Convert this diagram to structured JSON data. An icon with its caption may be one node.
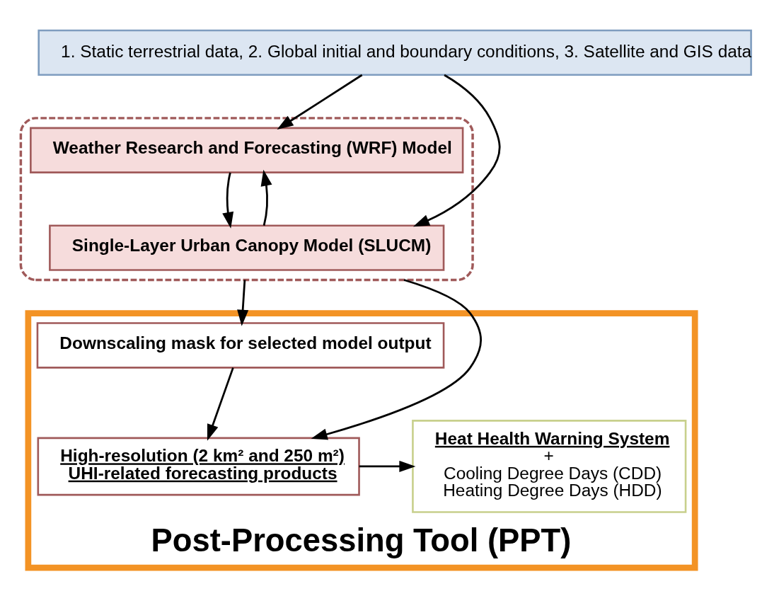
{
  "diagram": {
    "nodes": [
      {
        "text": [
          "1. Static terrestrial data, 2. Global initial and boundary conditions, 3. Satellite and GIS data"
        ]
      },
      {
        "text": [],
        "shape": "box"
      },
      {
        "text": [
          "Weather Research and Forecasting (WRF) Model"
        ],
        "in": 1
      },
      {
        "text": [
          "Single-Layer Urban Canopy Model (SLUCM)"
        ],
        "in": 1
      },
      {
        "text": [
          "Post-Processing Tool (PPT)"
        ]
      },
      {
        "text": [
          "Downscaling mask for selected model output"
        ],
        "in": 4
      },
      {
        "text": [
          "High-resolution (2 km² and 250 m²) UHI-related forecasting products"
        ],
        "in": 4
      },
      {
        "text": [
          "Heat Health Warning System",
          "+",
          "Cooling Degree Days (CDD)",
          "Heating Degree Days (HDD)"
        ],
        "in": 4
      }
    ],
    "edges": [
      {
        "from": 0,
        "to": 2,
        "arrow": "to"
      },
      {
        "from": 0,
        "to": 3,
        "arrow": "to"
      },
      {
        "from": 2,
        "to": 3,
        "arrow": "to"
      },
      {
        "from": 3,
        "to": 2,
        "arrow": "to"
      },
      {
        "from": 1,
        "to": 6,
        "arrow": "to"
      },
      {
        "from": 1,
        "to": 5,
        "arrow": "to"
      },
      {
        "from": 5,
        "to": 6,
        "arrow": "to"
      },
      {
        "from": 6,
        "to": 7,
        "arrow": "to"
      }
    ]
  }
}
